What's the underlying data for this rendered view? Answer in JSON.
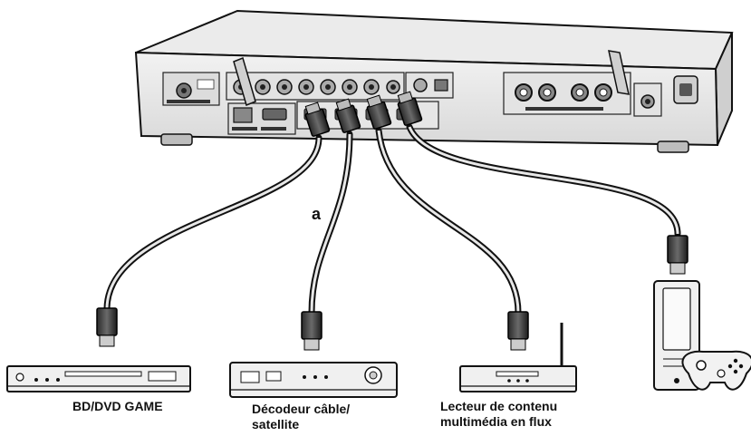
{
  "diagram": {
    "callout": "a",
    "devices": [
      {
        "label_lines": [
          "BD/DVD GAME"
        ]
      },
      {
        "label_lines": [
          "Décodeur câble/",
          "satellite"
        ]
      },
      {
        "label_lines": [
          "Lecteur de contenu",
          "multimédia en flux"
        ]
      },
      {
        "label_lines": []
      }
    ]
  }
}
